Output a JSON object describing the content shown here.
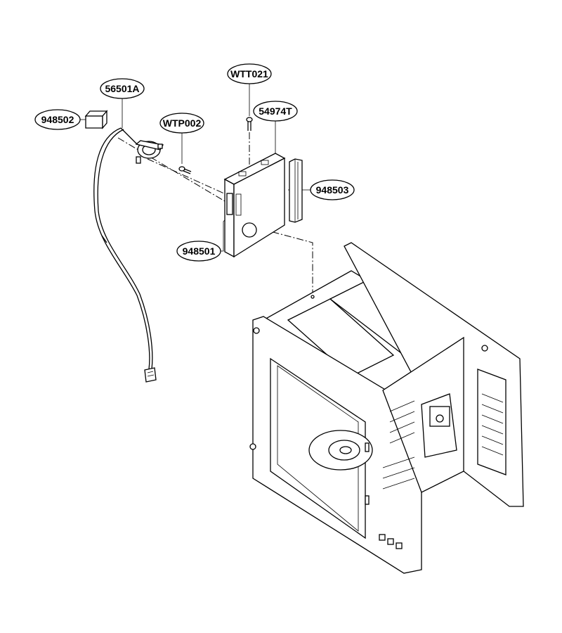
{
  "diagram": {
    "callouts": [
      {
        "id": "c1",
        "text": "948502"
      },
      {
        "id": "c2",
        "text": "56501A"
      },
      {
        "id": "c3",
        "text": "WTP002"
      },
      {
        "id": "c4",
        "text": "WTT021"
      },
      {
        "id": "c5",
        "text": "54974T"
      },
      {
        "id": "c6",
        "text": "948503"
      },
      {
        "id": "c7",
        "text": "948501"
      }
    ]
  }
}
